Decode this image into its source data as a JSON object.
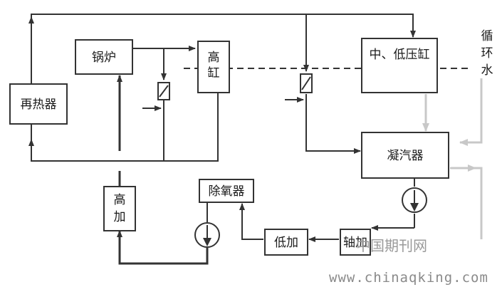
{
  "nodes": {
    "reheater": "再热器",
    "boiler": "锅炉",
    "hp_cylinder": [
      "高",
      "缸"
    ],
    "ip_lp_cylinder": "中、低压缸",
    "condenser": "凝汽器",
    "hp_heater": [
      "高",
      "加"
    ],
    "deaerator": "除氧器",
    "lp_heater": "低加",
    "gland_heater": "轴加"
  },
  "side_label": [
    "循",
    "环",
    "水"
  ],
  "watermark": {
    "cn": "中国期刊网",
    "url": "www.chinaqking.com"
  },
  "colors": {
    "line": "#333333",
    "cooling_water": "#c8c8c8",
    "watermark": "#9a9a9a"
  }
}
